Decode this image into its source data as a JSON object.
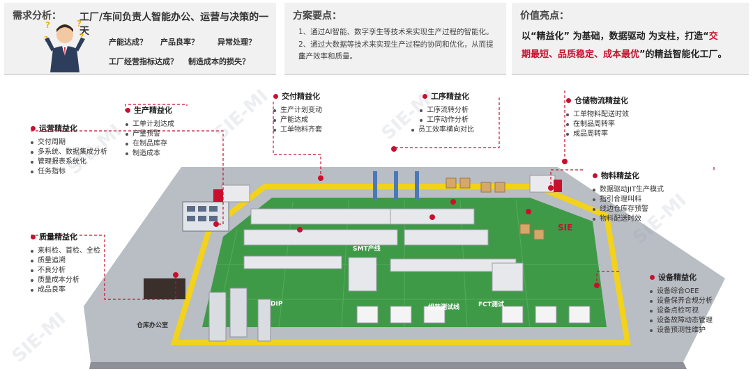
{
  "need": {
    "title": "需求分析：",
    "headline": "工厂/车间负责人智能办公、运营与决策的一天",
    "questions": [
      "产能达成？",
      "产品良率？",
      "异常处理？",
      "工厂经营指标达成？",
      "制造成本的损失？"
    ]
  },
  "plan": {
    "title": "方案要点：",
    "points": [
      "1、通过AI智能、数字孪生等技术来实现生产过程的智能化。",
      "2、通过大数据等技术来实现生产过程的协同和优化，从而提高",
      "生产效率和质量。"
    ]
  },
  "value": {
    "title": "价值亮点：",
    "line1_a": "以“精益化” 为基础，数据驱动 为支柱，打造“",
    "line1_b": "交",
    "line2_a": "期最短、品质稳定、成本最优",
    "line2_b": "”的精益智能化工厂。"
  },
  "callouts": {
    "ops": {
      "title": "运营精益化",
      "items": [
        "交付周期",
        "多系统、数据集成分析",
        "管理报表系统化",
        "任务指标"
      ]
    },
    "prod": {
      "title": "生产精益化",
      "items": [
        "工单计划达成",
        "产量预警",
        "在制品库存",
        "制造成本"
      ]
    },
    "delivery": {
      "title": "交付精益化",
      "items": [
        "生产计划变动",
        "产能达成",
        "工单物料齐套"
      ]
    },
    "process": {
      "title": "工序精益化",
      "items": [
        "工序流转分析",
        "工序动作分析",
        "员工效率横向对比"
      ]
    },
    "warehouse": {
      "title": "仓储物流精益化",
      "items": [
        "工单物料配送时效",
        "在制品周转率",
        "成品周转率"
      ]
    },
    "material": {
      "title": "物料精益化",
      "items": [
        "数据驱动JIT生产模式",
        "指引合理叫料",
        "线边仓库存预警",
        "物料配送时效"
      ]
    },
    "quality": {
      "title": "质量精益化",
      "items": [
        "来料检、首检、全检",
        "质量追溯",
        "不良分析",
        "质量成本分析",
        "成品良率"
      ]
    },
    "equipment": {
      "title": "设备精益化",
      "items": [
        "设备综合OEE",
        "设备保养合规分析",
        "设备点检可视",
        "设备故障动态管理",
        "设备预测性维护"
      ]
    }
  },
  "floor_labels": [
    "SMT产线",
    "DIP",
    "FCT测试",
    "组装测试线",
    "SIE",
    "仓库办公室"
  ],
  "watermark": "SIE-MI",
  "colors": {
    "accent": "#c8102e",
    "floor_green": "#3f9a47",
    "aisle_yellow": "#f3d21b",
    "base_gray": "#b9bdc4"
  }
}
